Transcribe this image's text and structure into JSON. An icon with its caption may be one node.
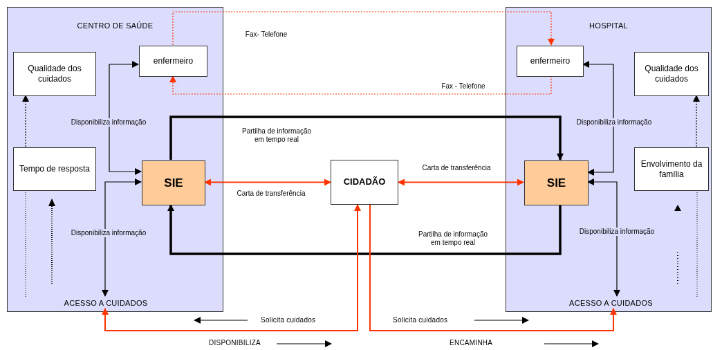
{
  "diagram": {
    "nodes": [
      {
        "text": [
          "CENTRO DE SAÚDE"
        ]
      },
      {
        "text": [
          "enfermeiro"
        ],
        "in": 0
      },
      {
        "text": [
          "Qualidade dos cuidados"
        ],
        "in": 0
      },
      {
        "text": [
          "Tempo de resposta"
        ],
        "in": 0
      },
      {
        "text": [
          "SIE"
        ],
        "in": 0
      },
      {
        "text": [
          "ACESSO A CUIDADOS"
        ],
        "in": 0
      },
      {
        "text": [
          "CIDADÃO"
        ]
      },
      {
        "text": [
          "HOSPITAL"
        ]
      },
      {
        "text": [
          "enfermeiro"
        ],
        "in": 7
      },
      {
        "text": [
          "Qualidade dos cuidados"
        ],
        "in": 7
      },
      {
        "text": [
          "SIE"
        ],
        "in": 7
      },
      {
        "text": [
          "Envolvimento da família"
        ],
        "in": 7
      },
      {
        "text": [
          "ACESSO A CUIDADOS"
        ],
        "in": 7
      }
    ],
    "edges": [
      {
        "from": 1,
        "to": 8,
        "arrow": "to",
        "label": "Fax- Telefone",
        "style": "dashed",
        "color": "#ff3300"
      },
      {
        "from": 8,
        "to": 1,
        "arrow": "to",
        "label": "Fax - Telefone",
        "style": "dashed",
        "color": "#ff3300"
      },
      {
        "from": 4,
        "to": 1,
        "arrow": "both",
        "label": "Disponibiliza informação"
      },
      {
        "from": 4,
        "to": 5,
        "arrow": "both",
        "label": "Disponibiliza informação"
      },
      {
        "from": 4,
        "to": 10,
        "arrow": "to",
        "label": "Partilha de informação em tempo real",
        "style": "thick"
      },
      {
        "from": 10,
        "to": 4,
        "arrow": "to",
        "label": "Partilha de informação em tempo real",
        "style": "thick"
      },
      {
        "from": 4,
        "to": 6,
        "arrow": "both",
        "label": "Carta de transferência",
        "color": "#ff3300"
      },
      {
        "from": 6,
        "to": 10,
        "arrow": "both",
        "label": "Carta de transferência",
        "color": "#ff3300"
      },
      {
        "from": 5,
        "to": 6,
        "arrow": "both",
        "color": "#ff3300"
      },
      {
        "from": 6,
        "to": 12,
        "arrow": "to",
        "color": "#ff3300"
      },
      {
        "from": 8,
        "to": 10,
        "arrow": "both",
        "label": "Disponibiliza informação"
      },
      {
        "from": 10,
        "to": 12,
        "arrow": "both",
        "label": "Disponibiliza informação"
      },
      {
        "from": 3,
        "to": 2,
        "arrow": "to",
        "style": "dashed"
      },
      {
        "from": 11,
        "to": 9,
        "arrow": "to",
        "style": "dashed"
      }
    ],
    "labels": [
      "Solicita cuidados",
      "Solicita cuidados",
      "DISPONIBILIZA",
      "ENCAMINHA"
    ]
  }
}
